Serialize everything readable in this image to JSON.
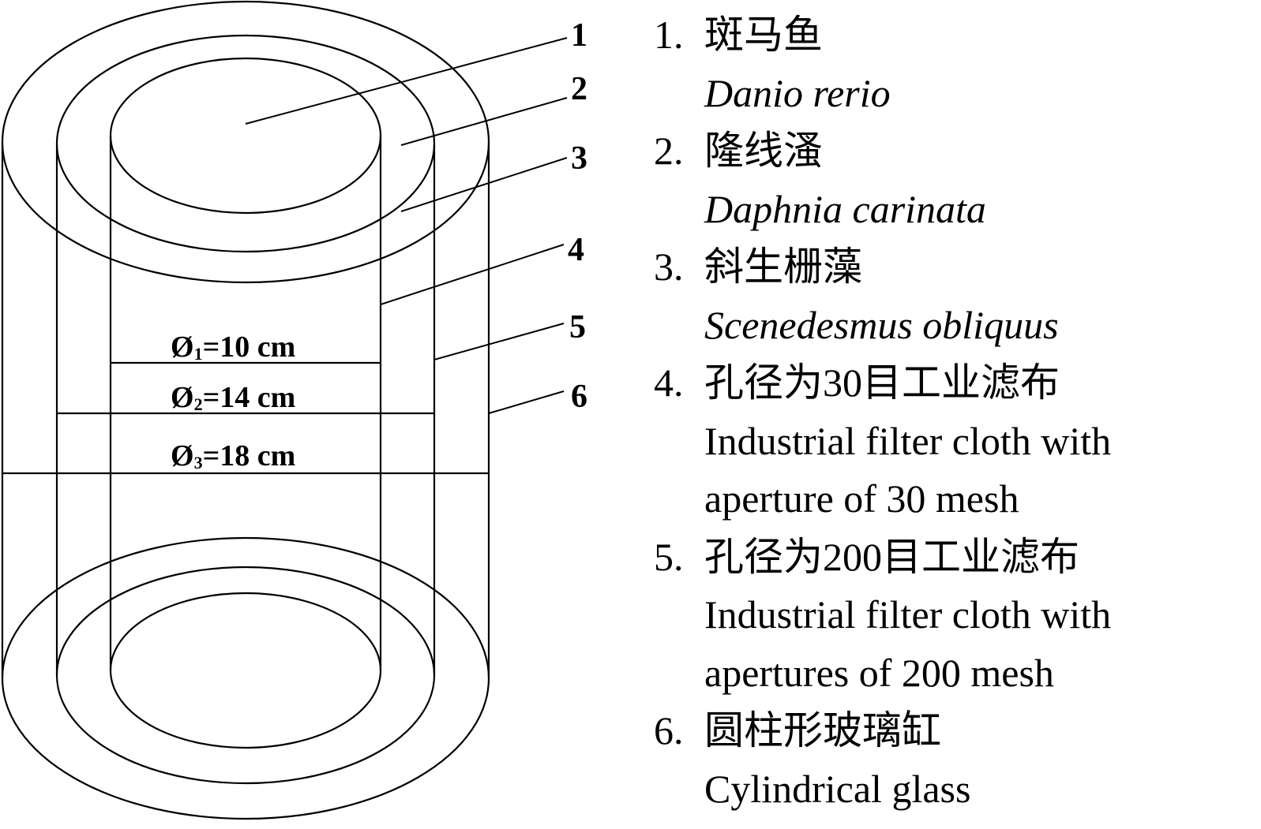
{
  "callouts": [
    "1",
    "2",
    "3",
    "4",
    "5",
    "6"
  ],
  "dimensions": [
    {
      "symbol": "Ø",
      "sub": "1",
      "value": "=10 cm"
    },
    {
      "symbol": "Ø",
      "sub": "2",
      "value": "=14 cm"
    },
    {
      "symbol": "Ø",
      "sub": "3",
      "value": "=18 cm"
    }
  ],
  "legend": [
    {
      "num": "1.",
      "zh": "斑马鱼",
      "en_lines": [
        "Danio rerio"
      ],
      "en_italic": true
    },
    {
      "num": "2.",
      "zh": "隆线溞",
      "en_lines": [
        "Daphnia carinata"
      ],
      "en_italic": true
    },
    {
      "num": "3.",
      "zh": "斜生栅藻",
      "en_lines": [
        "Scenedesmus obliquus"
      ],
      "en_italic": true
    },
    {
      "num": "4.",
      "zh": "孔径为30目工业滤布",
      "en_lines": [
        "Industrial filter cloth with",
        "aperture of 30 mesh"
      ],
      "en_italic": false
    },
    {
      "num": "5.",
      "zh": "孔径为200目工业滤布",
      "en_lines": [
        "Industrial filter cloth with",
        "apertures of 200 mesh"
      ],
      "en_italic": false
    },
    {
      "num": "6.",
      "zh": "圆柱形玻璃缸",
      "en_lines": [
        "Cylindrical glass"
      ],
      "en_italic": false
    }
  ]
}
